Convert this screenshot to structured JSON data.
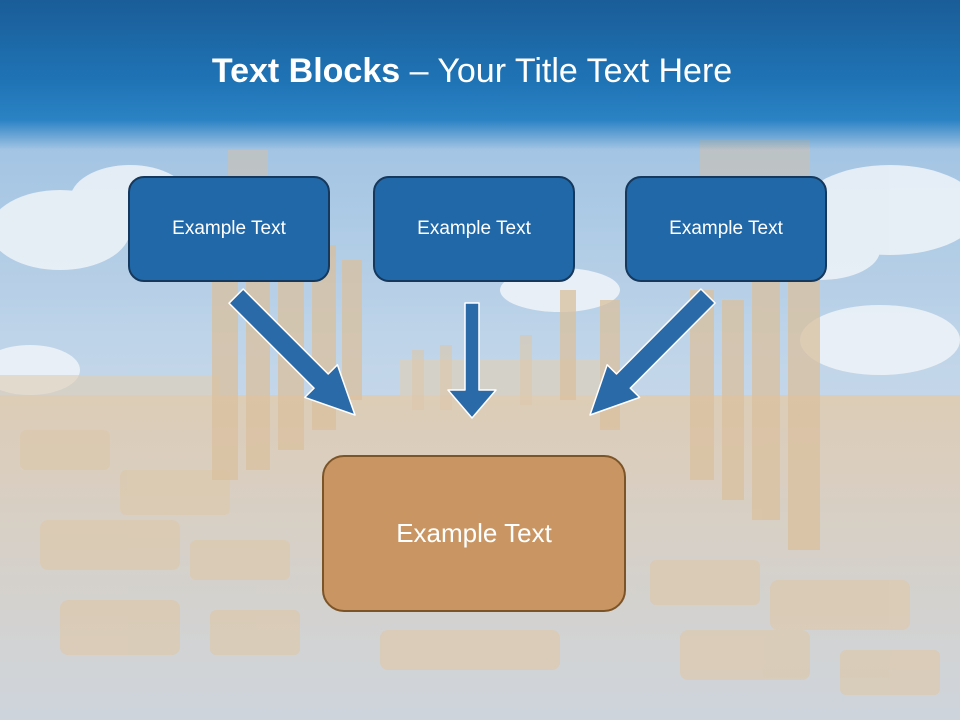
{
  "title": {
    "bold": "Text Blocks",
    "separator": " – ",
    "rest": "Your Title Text Here"
  },
  "boxes": {
    "top": [
      "Example Text",
      "Example Text",
      "Example Text"
    ],
    "bottom": "Example Text"
  },
  "colors": {
    "title_bar": "#1f6fb2",
    "box_blue": "#2068a8",
    "box_blue_border": "#16385c",
    "arrow": "#2b6aa8",
    "box_brown": "#c99663",
    "box_brown_border": "#7b5428"
  }
}
